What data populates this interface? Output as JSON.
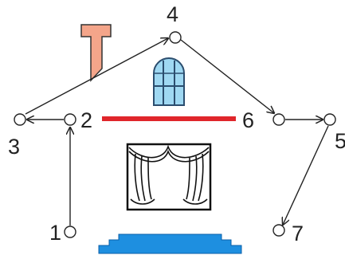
{
  "diagram": {
    "nodes": [
      {
        "id": "n1",
        "label": "1"
      },
      {
        "id": "n2",
        "label": "2"
      },
      {
        "id": "n3",
        "label": "3"
      },
      {
        "id": "n4",
        "label": "4"
      },
      {
        "id": "n5",
        "label": "5"
      },
      {
        "id": "n6",
        "label": "6"
      },
      {
        "id": "n7",
        "label": "7"
      }
    ],
    "edges": [
      {
        "from": "1",
        "to": "2"
      },
      {
        "from": "2",
        "to": "3"
      },
      {
        "from": "3",
        "to": "4"
      },
      {
        "from": "4",
        "to": "6"
      },
      {
        "from": "6",
        "to": "5"
      },
      {
        "from": "5",
        "to": "7"
      }
    ]
  },
  "colors": {
    "chimney": "#f4a58a",
    "window_fill": "#9fd8f2",
    "red_bar": "#e0262b",
    "stairs": "#1e8fe0",
    "line": "#222222"
  },
  "icons": [
    "chimney-icon",
    "arched-window-icon",
    "theater-curtain-icon",
    "stairs-icon"
  ]
}
